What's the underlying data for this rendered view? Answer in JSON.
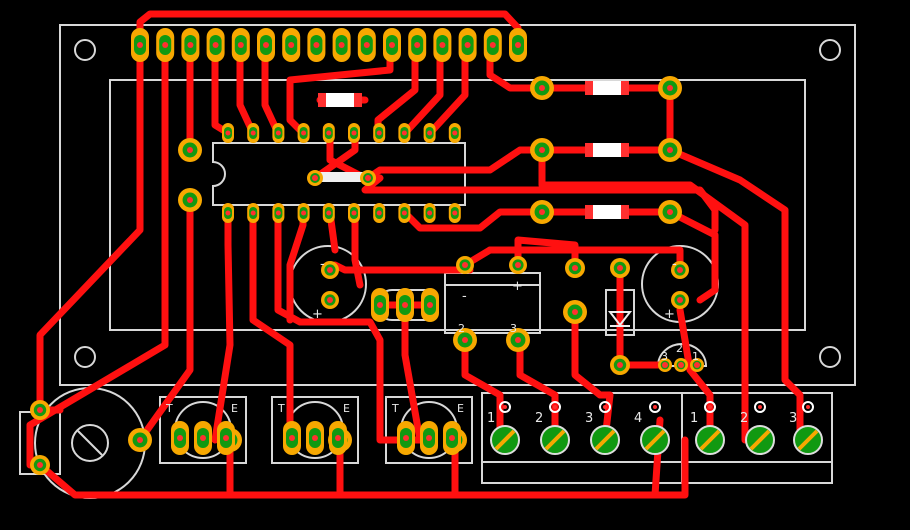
{
  "colors": {
    "background": "#000000",
    "trace": "#ff0000",
    "silkscreen": "#d8d8d8",
    "pad_ring": "#f7a800",
    "pad_core": "#119911",
    "drill": "#ff3030"
  },
  "labels": {
    "minus": "-",
    "plus": "+",
    "cap_left_plus": "+",
    "cap_right_plus": "+",
    "reg_in": "2",
    "reg_out": "3",
    "transistor_pins": [
      "3",
      "2",
      "1"
    ],
    "led_marks": [
      "T",
      "E"
    ],
    "terminal_a": [
      "1",
      "2",
      "3",
      "4"
    ],
    "terminal_b": [
      "1",
      "2",
      "3"
    ]
  }
}
